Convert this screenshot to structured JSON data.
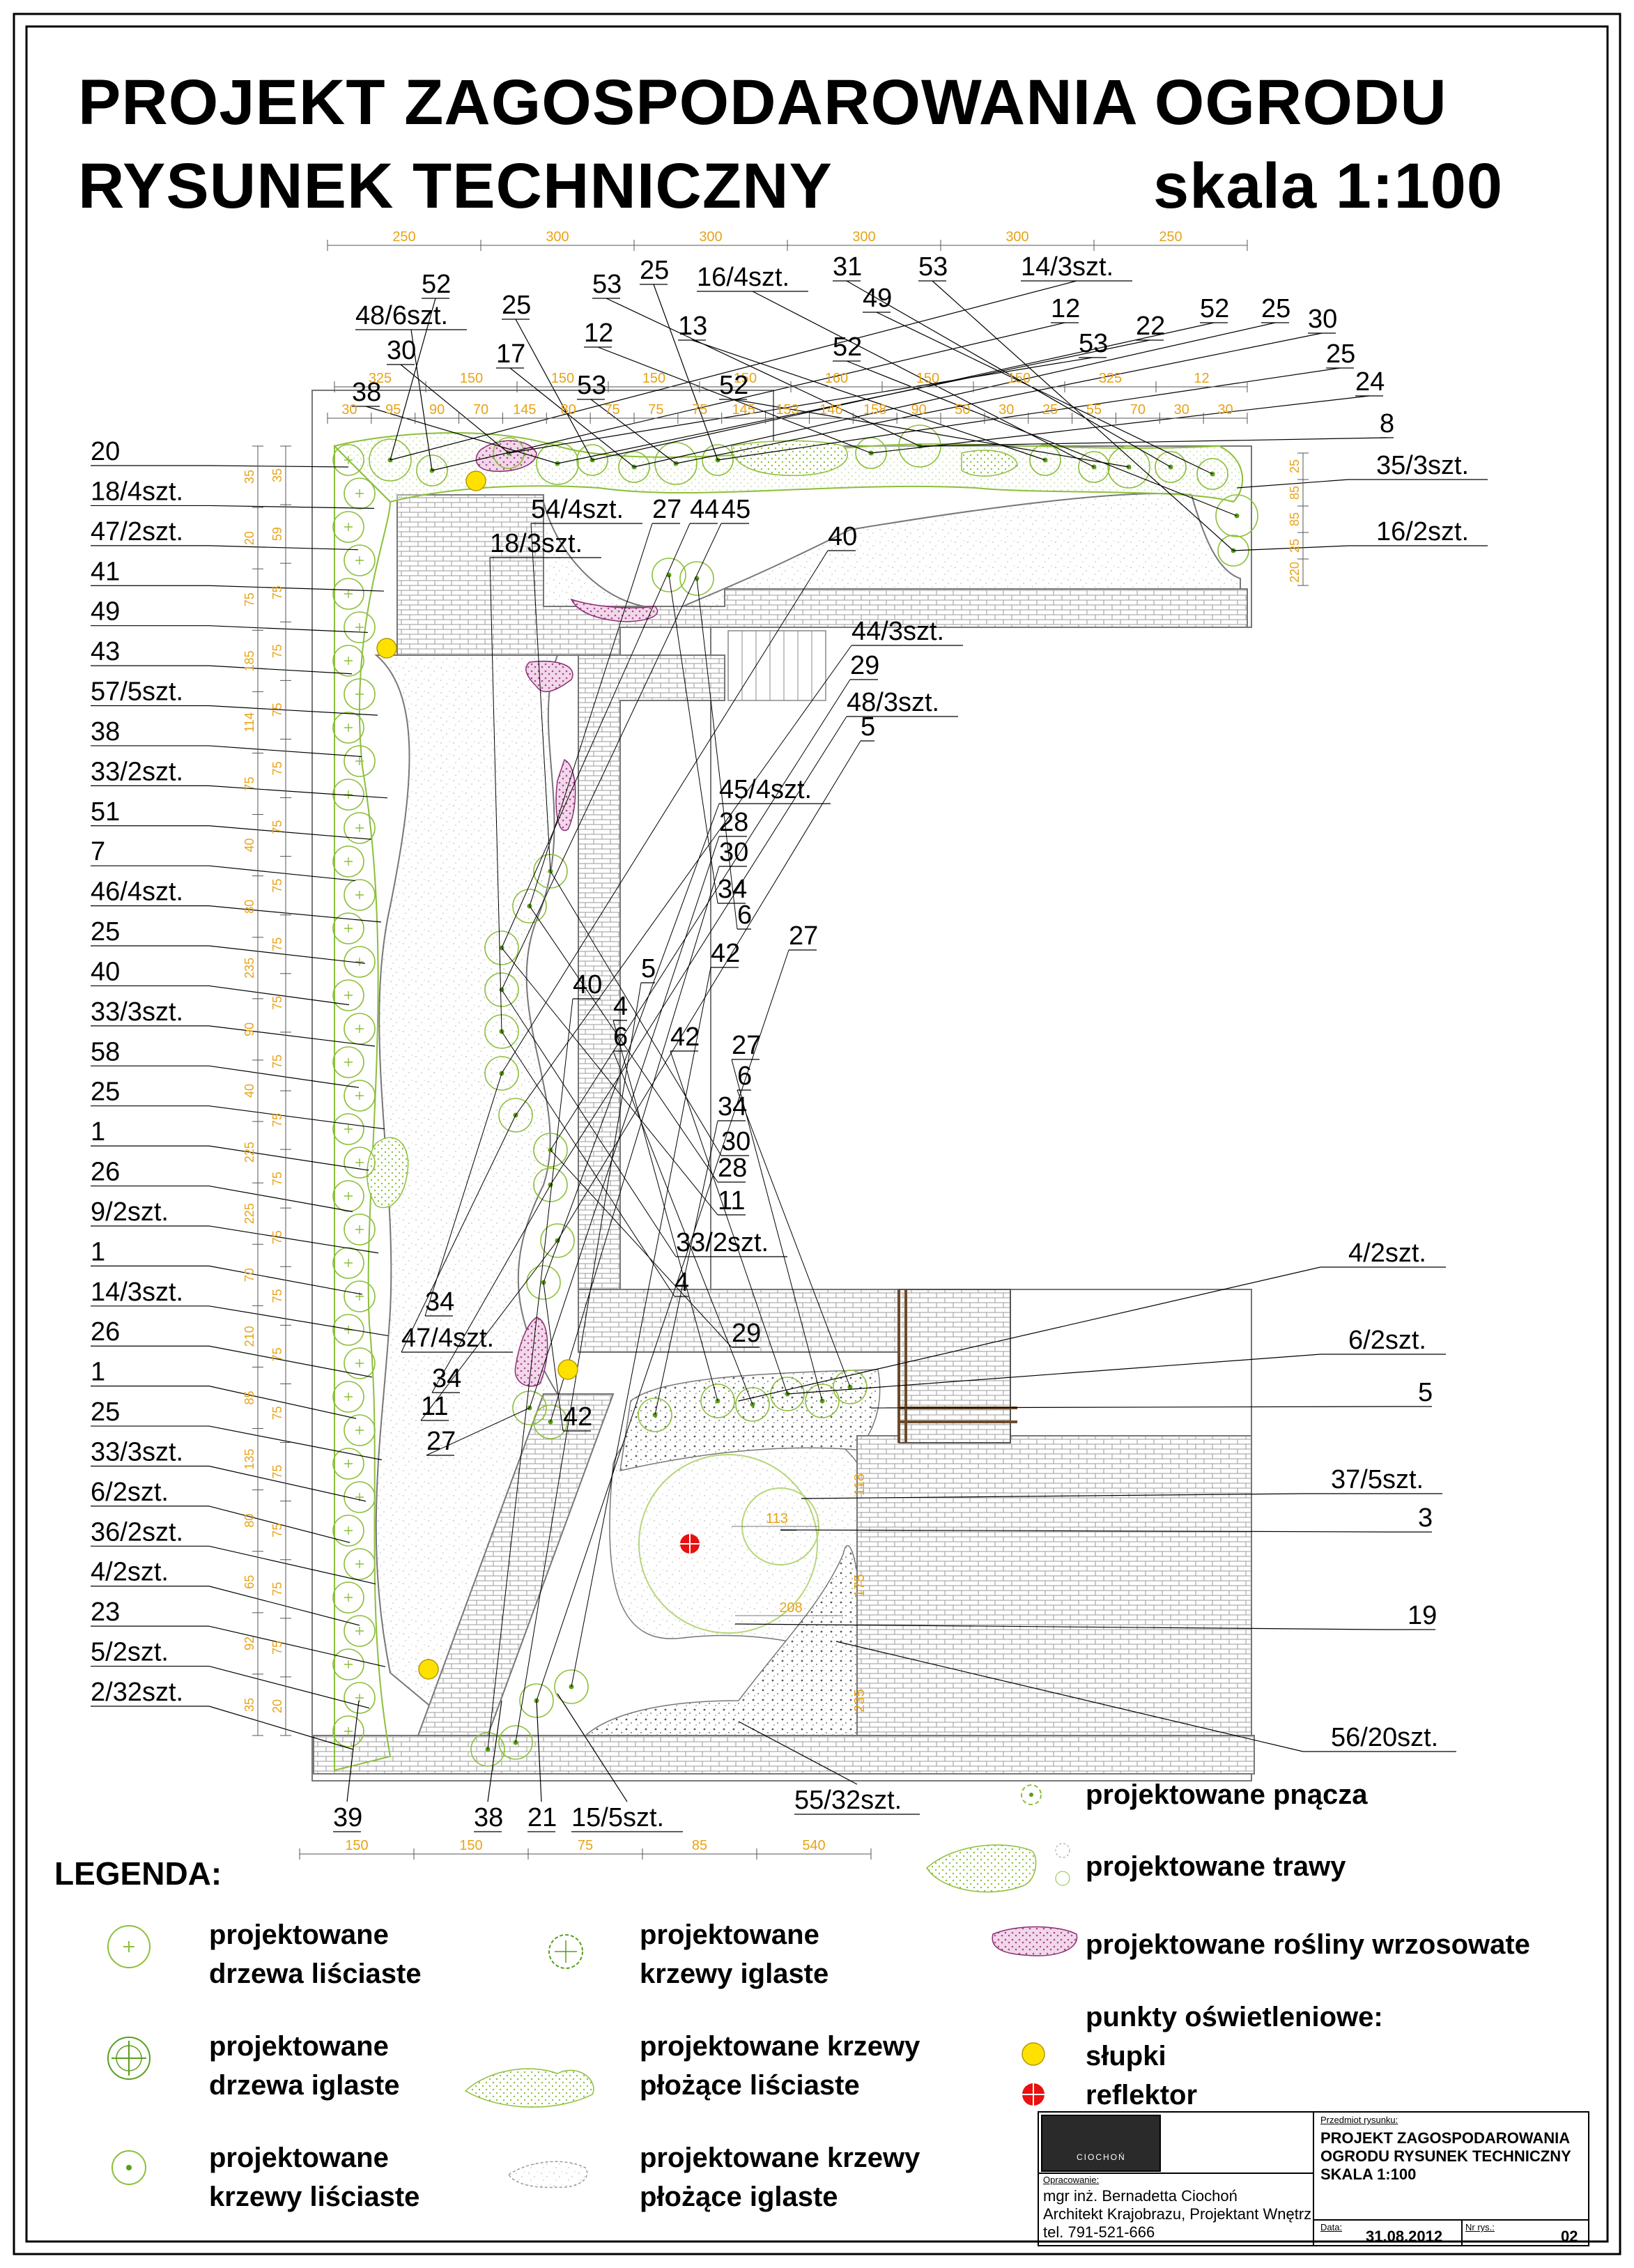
{
  "header": {
    "title_line1": "PROJEKT ZAGOSPODAROWANIA OGRODU",
    "title_line2": "RYSUNEK TECHNICZNY",
    "scale": "skala 1:100"
  },
  "dimensions": {
    "top": [
      "250",
      "300",
      "300",
      "300",
      "300",
      "250"
    ],
    "top_inner": [
      "325",
      "150",
      "150",
      "150",
      "150",
      "160",
      "150",
      "150",
      "325",
      "12"
    ],
    "top_row": [
      "30",
      "95",
      "90",
      "70",
      "145",
      "80",
      "75",
      "75",
      "75",
      "145",
      "153",
      "146",
      "158",
      "90",
      "50",
      "30",
      "25",
      "55",
      "70",
      "30",
      "30"
    ],
    "left_col1": [
      "35",
      "20",
      "75",
      "185",
      "114",
      "75",
      "40",
      "80",
      "235",
      "90",
      "40",
      "225",
      "225",
      "70",
      "210",
      "85",
      "135",
      "80",
      "65",
      "92",
      "35"
    ],
    "left_col2": [
      "35",
      "59",
      "75",
      "75",
      "75",
      "75",
      "75",
      "75",
      "75",
      "75",
      "75",
      "75",
      "75",
      "75",
      "75",
      "75",
      "75",
      "75",
      "75",
      "75",
      "75",
      "20"
    ],
    "bottom": [
      "150",
      "150",
      "75",
      "85",
      "540"
    ],
    "right": [
      "25",
      "85",
      "85",
      "25",
      "220"
    ],
    "inner": [
      "113",
      "208",
      "175",
      "235",
      "118"
    ]
  },
  "labels": {
    "left": [
      "20",
      "18/4szt.",
      "47/2szt.",
      "41",
      "49",
      "43",
      "57/5szt.",
      "38",
      "33/2szt.",
      "51",
      "7",
      "46/4szt.",
      "25",
      "40",
      "33/3szt.",
      "58",
      "25",
      "1",
      "26",
      "9/2szt.",
      "1",
      "14/3szt.",
      "26",
      "1",
      "25",
      "33/3szt.",
      "6/2szt.",
      "36/2szt.",
      "4/2szt.",
      "23",
      "5/2szt.",
      "2/32szt."
    ],
    "top": [
      "52",
      "48/6szt.",
      "30",
      "38",
      "25",
      "17",
      "53",
      "25",
      "12",
      "53",
      "13",
      "16/4szt.",
      "52",
      "31",
      "49",
      "52",
      "53",
      "14/3szt.",
      "12",
      "53",
      "22",
      "52",
      "25",
      "30",
      "25",
      "24",
      "8"
    ],
    "right": [
      "35/3szt.",
      "16/2szt.",
      "4/2szt.",
      "6/2szt.",
      "5",
      "37/5szt.",
      "3",
      "19",
      "56/20szt."
    ],
    "inner": [
      "54/4szt.",
      "27",
      "44",
      "45",
      "18/3szt.",
      "40",
      "44/3szt.",
      "29",
      "48/3szt.",
      "5",
      "45/4szt.",
      "28",
      "30",
      "34",
      "6",
      "27",
      "42",
      "5",
      "40",
      "4",
      "6",
      "42",
      "27",
      "6",
      "34",
      "30",
      "28",
      "11",
      "33/2szt.",
      "4",
      "34",
      "47/4szt.",
      "29",
      "34",
      "11",
      "42",
      "27"
    ],
    "bottom": [
      "39",
      "38",
      "21",
      "15/5szt.",
      "55/32szt."
    ]
  },
  "legend": {
    "heading": "LEGENDA:",
    "items": [
      {
        "id": "deciduous-trees",
        "text": [
          "projektowane",
          "drzewa liściaste"
        ]
      },
      {
        "id": "coniferous-shrubs",
        "text": [
          "projektowane",
          "krzewy iglaste"
        ]
      },
      {
        "id": "climbers",
        "text": [
          "projektowane pnącza"
        ]
      },
      {
        "id": "coniferous-trees",
        "text": [
          "projektowane",
          "drzewa iglaste"
        ]
      },
      {
        "id": "creeping-deciduous",
        "text": [
          "projektowane krzewy",
          "płożące liściaste"
        ]
      },
      {
        "id": "grasses",
        "text": [
          "projektowane trawy"
        ]
      },
      {
        "id": "deciduous-shrubs",
        "text": [
          "projektowane",
          "krzewy liściaste"
        ]
      },
      {
        "id": "creeping-coniferous",
        "text": [
          "projektowane krzewy",
          "płożące iglaste"
        ]
      },
      {
        "id": "heathers",
        "text": [
          "projektowane rośliny wrzosowate"
        ]
      }
    ],
    "lighting": {
      "heading": "punkty oświetleniowe:",
      "post": "słupki",
      "reflector": "reflektor"
    }
  },
  "title_block": {
    "subject_label": "Przedmiot rysunku:",
    "subject": [
      "PROJEKT ZAGOSPODAROWANIA",
      "OGRODU RYSUNEK TECHNICZNY",
      "SKALA 1:100"
    ],
    "logo": "CIOCHOŃ",
    "author_label": "Opracowanie:",
    "author": [
      "mgr inż. Bernadetta Ciochoń",
      "Architekt Krajobrazu, Projektant Wnętrz",
      "tel. 791-521-666"
    ],
    "date_label": "Data:",
    "date": "31.08.2012",
    "number_label": "Nr rys.:",
    "number": "02"
  },
  "colors": {
    "plant": "#8cbf3a",
    "plant_dot": "#5a9e1a",
    "dimension": "#e8a317",
    "heather": "#b0458f",
    "light_post": "#ffe100",
    "reflector": "#e81010",
    "paving": "#9a9a9a"
  }
}
